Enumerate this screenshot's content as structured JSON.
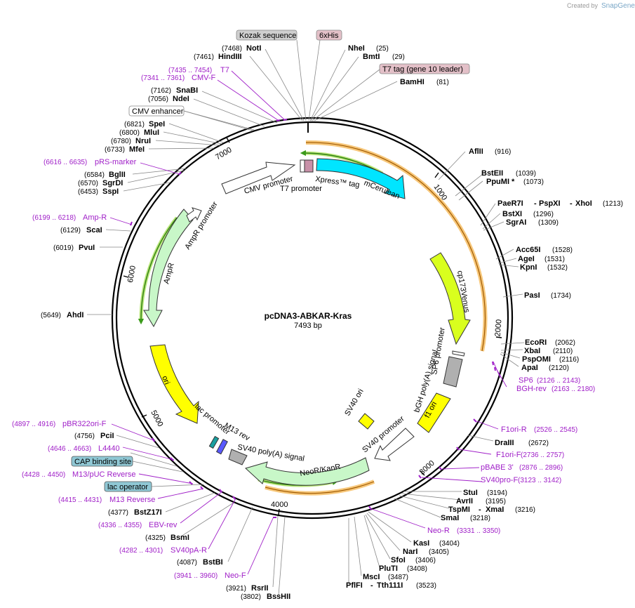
{
  "header": {
    "credit_prefix": "Created by",
    "credit_brand": "SnapGene"
  },
  "plasmid": {
    "name": "pcDNA3-ABKAR-Kras",
    "length_label": "7493 bp"
  },
  "ticks": [
    "1000",
    "2000",
    "3000",
    "4000",
    "5000",
    "6000",
    "7000"
  ],
  "sites": [
    {
      "name": "NotI",
      "pos": "(7468)"
    },
    {
      "name": "HindIII",
      "pos": "(7461)"
    },
    {
      "name": "NheI",
      "pos": "(25)"
    },
    {
      "name": "BmtI",
      "pos": "(29)"
    },
    {
      "name": "BamHI",
      "pos": "(81)"
    },
    {
      "name": "SnaBI",
      "pos": "(7162)"
    },
    {
      "name": "NdeI",
      "pos": "(7056)"
    },
    {
      "name": "SpeI",
      "pos": "(6821)"
    },
    {
      "name": "MluI",
      "pos": "(6800)"
    },
    {
      "name": "NruI",
      "pos": "(6780)"
    },
    {
      "name": "MfeI",
      "pos": "(6733)"
    },
    {
      "name": "BglII",
      "pos": "(6584)"
    },
    {
      "name": "SgrDI",
      "pos": "(6570)"
    },
    {
      "name": "SspI",
      "pos": "(6453)"
    },
    {
      "name": "ScaI",
      "pos": "(6129)"
    },
    {
      "name": "PvuI",
      "pos": "(6019)"
    },
    {
      "name": "AhdI",
      "pos": "(5649)"
    },
    {
      "name": "AflII",
      "pos": "(916)"
    },
    {
      "name": "BstEII",
      "pos": "(1039)"
    },
    {
      "name": "PpuMI *",
      "pos": "(1073)"
    },
    {
      "name": "PaeR7I",
      "pos": ""
    },
    {
      "name": "PspXI",
      "pos": ""
    },
    {
      "name": "XhoI",
      "pos": "(1213)"
    },
    {
      "name": "BstXI",
      "pos": "(1296)"
    },
    {
      "name": "SgrAI",
      "pos": "(1309)"
    },
    {
      "name": "Acc65I",
      "pos": "(1528)"
    },
    {
      "name": "AgeI",
      "pos": "(1531)"
    },
    {
      "name": "KpnI",
      "pos": "(1532)"
    },
    {
      "name": "PasI",
      "pos": "(1734)"
    },
    {
      "name": "EcoRI",
      "pos": "(2062)"
    },
    {
      "name": "XbaI",
      "pos": "(2110)"
    },
    {
      "name": "PspOMI",
      "pos": "(2116)"
    },
    {
      "name": "ApaI",
      "pos": "(2120)"
    },
    {
      "name": "DraIII",
      "pos": "(2672)"
    },
    {
      "name": "StuI",
      "pos": "(3194)"
    },
    {
      "name": "AvrII",
      "pos": "(3195)"
    },
    {
      "name": "TspMI",
      "pos": ""
    },
    {
      "name": "XmaI",
      "pos": "(3216)"
    },
    {
      "name": "SmaI",
      "pos": "(3218)"
    },
    {
      "name": "KasI",
      "pos": "(3404)"
    },
    {
      "name": "NarI",
      "pos": "(3405)"
    },
    {
      "name": "SfoI",
      "pos": "(3406)"
    },
    {
      "name": "PluTI",
      "pos": "(3408)"
    },
    {
      "name": "MscI",
      "pos": "(3487)"
    },
    {
      "name": "PflFI",
      "pos": ""
    },
    {
      "name": "Tth111I",
      "pos": "(3523)"
    },
    {
      "name": "PciI",
      "pos": "(4756)"
    },
    {
      "name": "BstZ17I",
      "pos": "(4377)"
    },
    {
      "name": "BsmI",
      "pos": "(4325)"
    },
    {
      "name": "BstBI",
      "pos": "(4087)"
    },
    {
      "name": "RsrII",
      "pos": "(3921)"
    },
    {
      "name": "BssHII",
      "pos": "(3802)"
    }
  ],
  "primers": [
    {
      "name": "T7",
      "pos": "(7435 .. 7454)"
    },
    {
      "name": "CMV-F",
      "pos": "(7341 .. 7361)"
    },
    {
      "name": "pRS-marker",
      "pos": "(6616 .. 6635)"
    },
    {
      "name": "Amp-R",
      "pos": "(6199 .. 6218)"
    },
    {
      "name": "pBR322ori-F",
      "pos": "(4897 .. 4916)"
    },
    {
      "name": "L4440",
      "pos": "(4646 .. 4663)"
    },
    {
      "name": "M13/pUC Reverse",
      "pos": "(4428 .. 4450)"
    },
    {
      "name": "M13 Reverse",
      "pos": "(4415 .. 4431)"
    },
    {
      "name": "EBV-rev",
      "pos": "(4336 .. 4355)"
    },
    {
      "name": "SV40pA-R",
      "pos": "(4282 .. 4301)"
    },
    {
      "name": "Neo-F",
      "pos": "(3941 .. 3960)"
    },
    {
      "name": "SP6",
      "pos": "(2126 .. 2143)"
    },
    {
      "name": "BGH-rev",
      "pos": "(2163 .. 2180)"
    },
    {
      "name": "F1ori-R",
      "pos": "(2526 .. 2545)"
    },
    {
      "name": "F1ori-F",
      "pos": "(2736 .. 2757)"
    },
    {
      "name": "pBABE 3'",
      "pos": "(2876 .. 2896)"
    },
    {
      "name": "SV40pro-F",
      "pos": "(3123 .. 3142)"
    },
    {
      "name": "Neo-R",
      "pos": "(3331 .. 3350)"
    }
  ],
  "feature_boxes": [
    {
      "name": "Kozak sequence",
      "color": "#cfcfcf"
    },
    {
      "name": "6xHis",
      "color": "#e3c0c8"
    },
    {
      "name": "T7 tag (gene 10 leader)",
      "color": "#e3c0c8"
    },
    {
      "name": "CMV enhancer",
      "color": "#ffffff"
    },
    {
      "name": "CAP binding site",
      "color": "#8fc7d4"
    },
    {
      "name": "lac operator",
      "color": "#8fc7d4"
    }
  ],
  "features": [
    {
      "name": "CMV promoter",
      "color": "#ffffff"
    },
    {
      "name": "T7 promoter",
      "color": "#ffffff"
    },
    {
      "name": "Xpress™ tag",
      "color": "#e3c0c8"
    },
    {
      "name": "mCerulean",
      "color": "#00e5ff"
    },
    {
      "name": "cp173Venus",
      "color": "#d9ff1e"
    },
    {
      "name": "SP6 promoter",
      "color": "#ffffff"
    },
    {
      "name": "bGH poly(A) signal",
      "color": "#b0b0b0"
    },
    {
      "name": "f1 ori",
      "color": "#ffff00"
    },
    {
      "name": "SV40 ori",
      "color": "#ffff00"
    },
    {
      "name": "SV40 promoter",
      "color": "#ffffff"
    },
    {
      "name": "NeoR/KanR",
      "color": "#c8f7c8"
    },
    {
      "name": "SV40 poly(A) signal",
      "color": "#b0b0b0"
    },
    {
      "name": "M13 rev",
      "color": "#ffffff"
    },
    {
      "name": "lac promoter",
      "color": "#ffffff"
    },
    {
      "name": "ori",
      "color": "#ffff00"
    },
    {
      "name": "AmpR",
      "color": "#c8f7c8"
    },
    {
      "name": "AmpR promoter",
      "color": "#ffffff"
    }
  ],
  "colors": {
    "primer": "#a020c8",
    "orange_arc": "#f0a030",
    "green_arc": "#3a9a1a",
    "backbone": "#000000",
    "leader": "#888888"
  }
}
